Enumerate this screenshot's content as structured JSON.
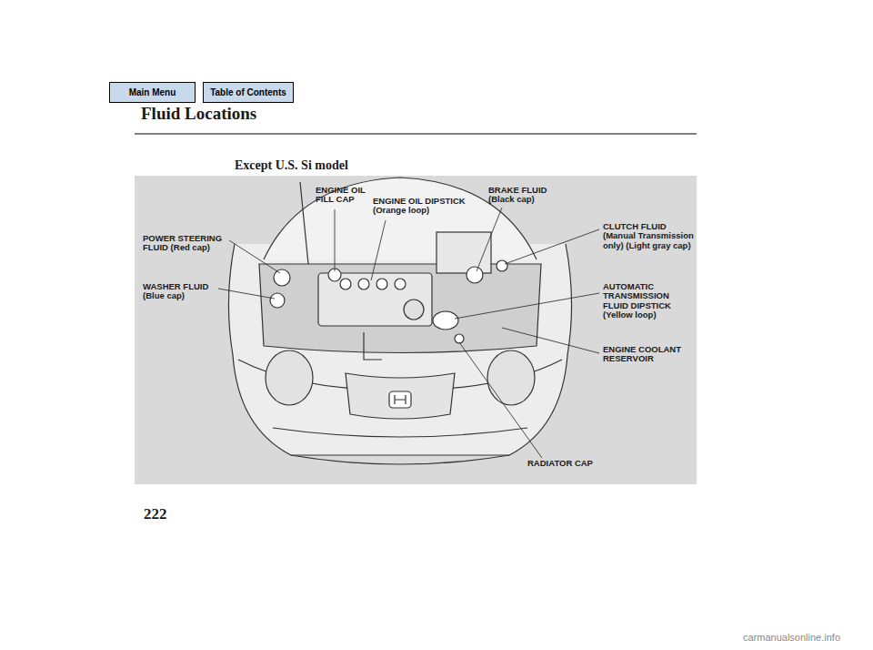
{
  "diagram": {
    "title": "Fluid Locations",
    "nodes": [
      {
        "text": [
          "Main Menu"
        ]
      },
      {
        "text": [
          "Table of Contents"
        ]
      }
    ],
    "labels": [
      "Except U.S. Si model",
      "ENGINE OIL FILL CAP",
      "ENGINE OIL DIPSTICK (Orange loop)",
      "BRAKE FLUID (Black cap)",
      "POWER STEERING FLUID (Red cap)",
      "CLUTCH FLUID (Manual Transmission only) (Light gray cap)",
      "WASHER FLUID (Blue cap)",
      "AUTOMATIC TRANSMISSION FLUID DIPSTICK (Yellow loop)",
      "ENGINE COOLANT RESERVOIR",
      "RADIATOR CAP",
      "222",
      "carmanualsonline.info"
    ]
  }
}
